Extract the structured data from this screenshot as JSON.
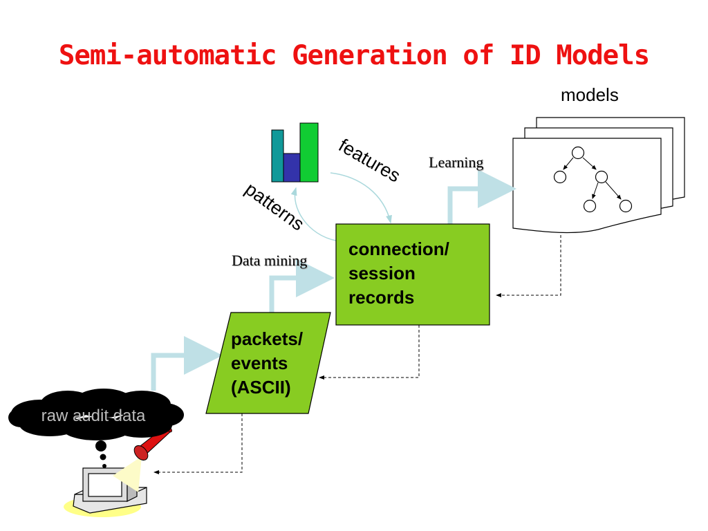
{
  "title": "Semi-automatic Generation of  ID Models",
  "labels": {
    "models": "models",
    "features": "features",
    "patterns": "patterns",
    "learning": "Learning",
    "data_mining": "Data mining",
    "raw_audit_data": "raw audit data"
  },
  "boxes": {
    "connection_records": [
      "connection/",
      "session",
      "records"
    ],
    "packets_events": [
      "packets/",
      "events",
      "(ASCII)"
    ]
  },
  "colors": {
    "title": "#ee1111",
    "box_fill": "#88cc22",
    "flow_arrow": "#bfe0e6",
    "cycle_arrow": "#aad8dc",
    "bar_teal": "#119999",
    "bar_navy": "#3333aa",
    "bar_green": "#11cc33",
    "cloud": "#000000",
    "flashlight": "#dd1111",
    "beam": "#fdfbc8",
    "monitor_pad": "#ffff88"
  },
  "icons": [
    "bar-chart-icon",
    "decision-tree-icon",
    "cloud-icon",
    "flashlight-icon",
    "computer-icon"
  ]
}
